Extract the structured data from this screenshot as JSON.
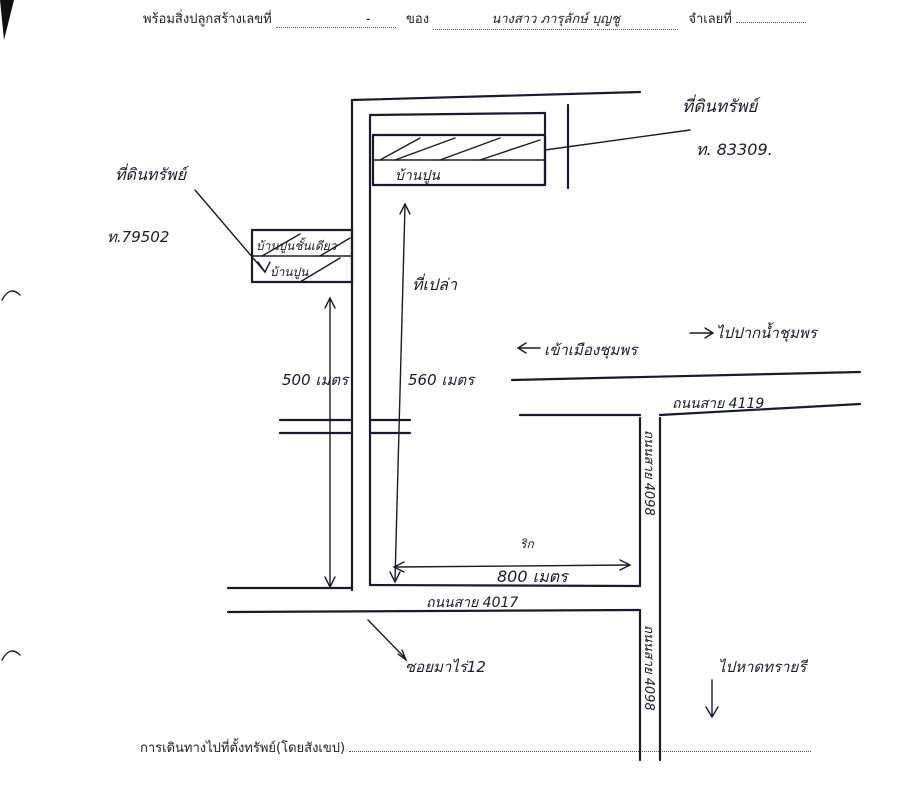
{
  "form": {
    "building_label": "พร้อมสิ่งปลูกสร้างเลขที่",
    "building_value": "-",
    "owner_label": "ของ",
    "owner_value": "นางสาว ภารุลักษ์ บุญชู",
    "company_label": "จำเลยที่",
    "route_label": "การเดินทางไปที่ตั้งทรัพย์(โดยสังเขป)"
  },
  "map": {
    "subject_property_label": "ที่ดินทรัพย์",
    "subject_deed": "ท. 83309.",
    "subject_house_label": "บ้านปูน",
    "neighbor_property_label": "ที่ดินทรัพย์",
    "neighbor_deed": "ท.79502",
    "neighbor_house1_label": "บ้านปูนชั้นเดียว",
    "neighbor_house2_label": "บ้านปูน",
    "vacant_land_label": "ที่เปล่า",
    "distance_left": "500 เมตร",
    "distance_right": "560 เมตร",
    "distance_bottom": "800 เมตร",
    "to_chumphon_city": "เข้าเมืองชุมพร",
    "to_paknam": "ไปปากน้ำชุมพร",
    "road_4119": "ถนนสาย 4119",
    "road_4017": "ถนนสาย 4017",
    "road_4098_upper": "ถนนสาย 4098",
    "road_4098_lower": "ถนนสาย 4098",
    "alley_label": "ซอยมาไร่12",
    "small_mark": "ริก",
    "to_beach": "ไปหาดทรายรี"
  }
}
